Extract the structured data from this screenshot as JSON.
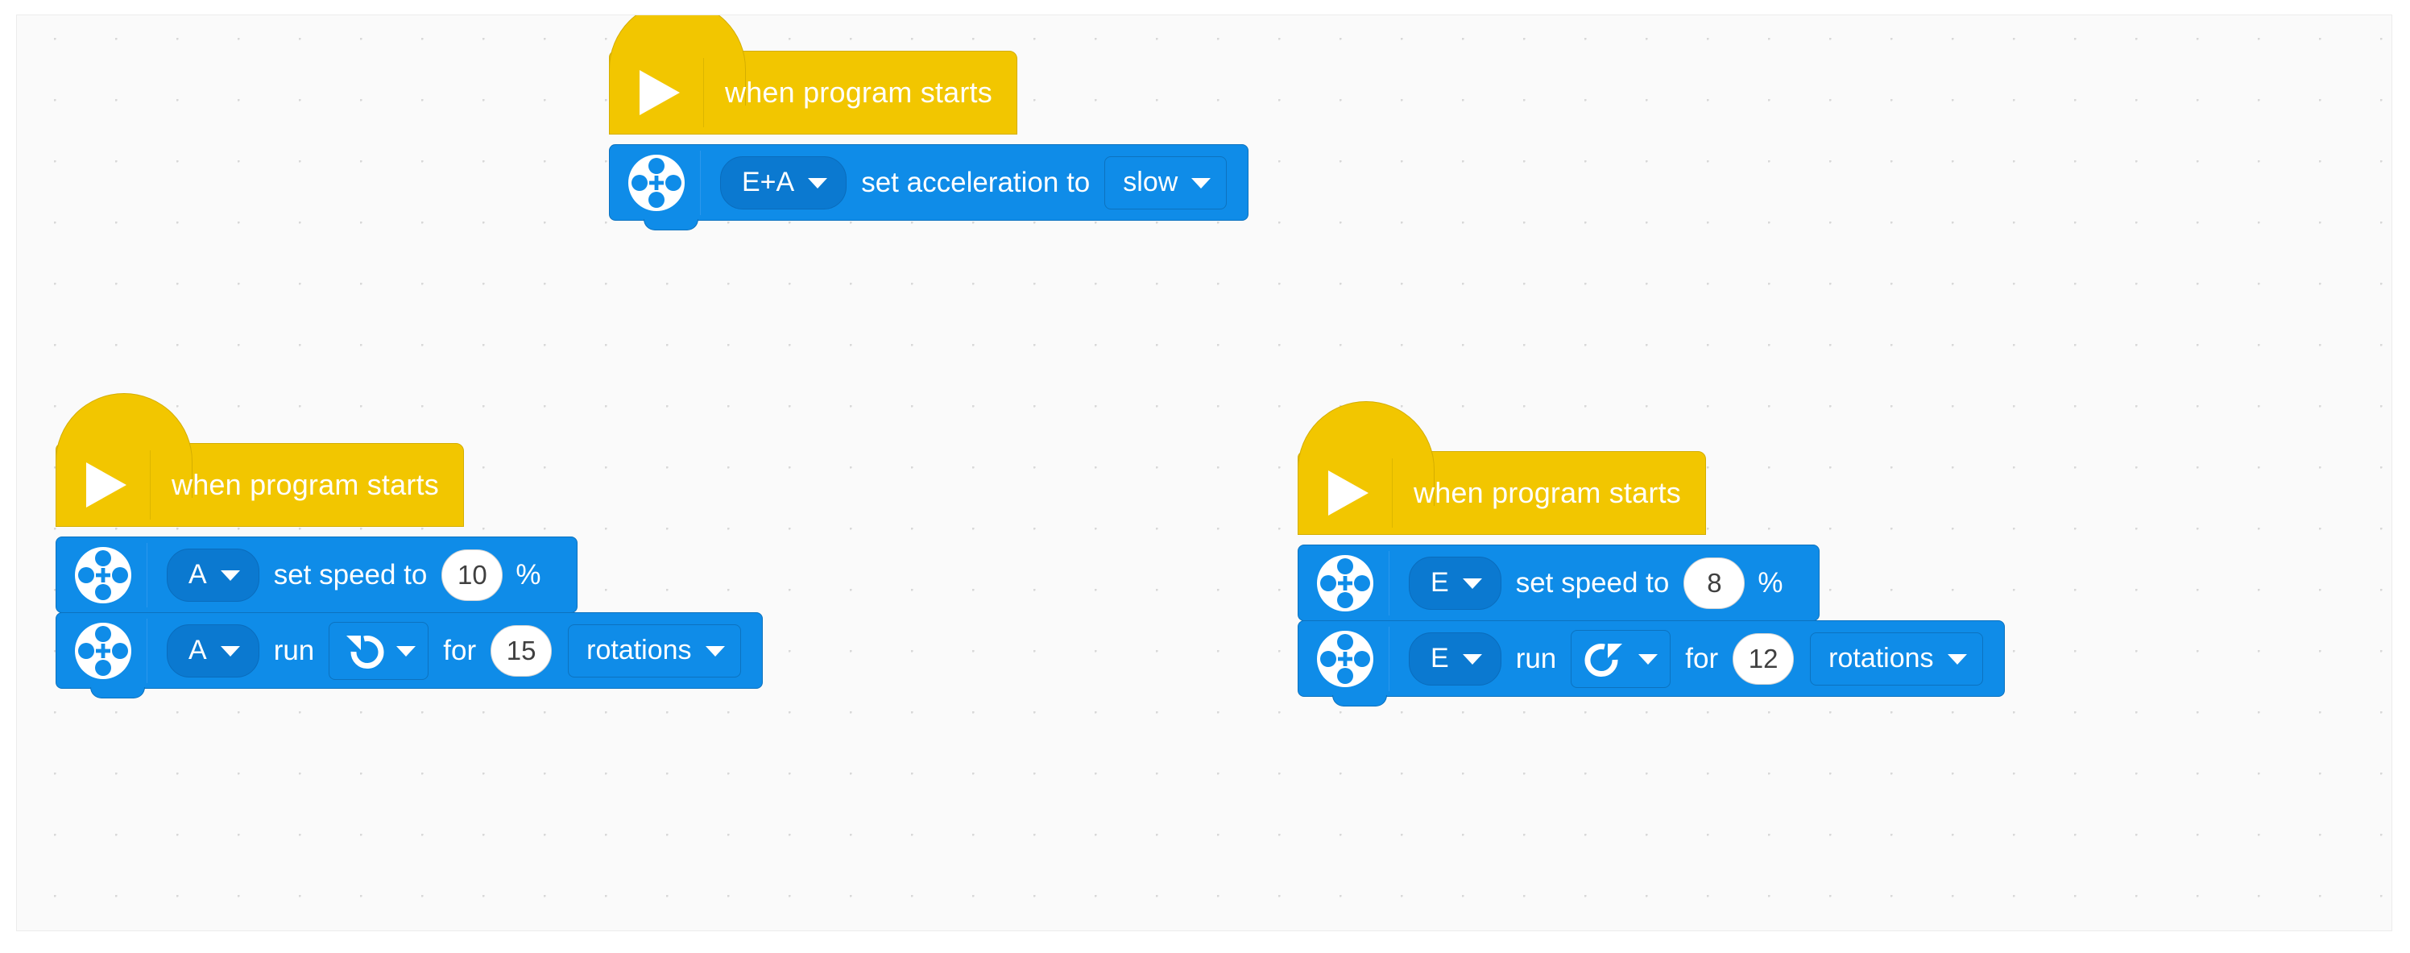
{
  "app": {
    "name": "block-coding-canvas",
    "background_color": "#fafafa",
    "accent_yellow": "#F2C600",
    "accent_blue": "#0F8CE8",
    "dropdown_blue": "#0B79D0"
  },
  "scripts": [
    {
      "id": "script-1",
      "hat": {
        "label": "when program starts",
        "icon": "play-icon"
      },
      "blocks": [
        {
          "icon": "motor-icon",
          "port": "E+A",
          "text_1": "set acceleration to",
          "value_dropdown": "slow"
        }
      ]
    },
    {
      "id": "script-2",
      "hat": {
        "label": "when program starts",
        "icon": "play-icon"
      },
      "blocks": [
        {
          "icon": "motor-icon",
          "port": "A",
          "text_1": "set speed to",
          "number": "10",
          "text_2": "%"
        },
        {
          "icon": "motor-icon",
          "port": "A",
          "text_1": "run",
          "direction_icon": "rotate-counterclockwise-icon",
          "text_2": "for",
          "number": "15",
          "unit_dropdown": "rotations"
        }
      ]
    },
    {
      "id": "script-3",
      "hat": {
        "label": "when program starts",
        "icon": "play-icon"
      },
      "blocks": [
        {
          "icon": "motor-icon",
          "port": "E",
          "text_1": "set speed to",
          "number": "8",
          "text_2": "%"
        },
        {
          "icon": "motor-icon",
          "port": "E",
          "text_1": "run",
          "direction_icon": "rotate-clockwise-icon",
          "text_2": "for",
          "number": "12",
          "unit_dropdown": "rotations"
        }
      ]
    }
  ]
}
